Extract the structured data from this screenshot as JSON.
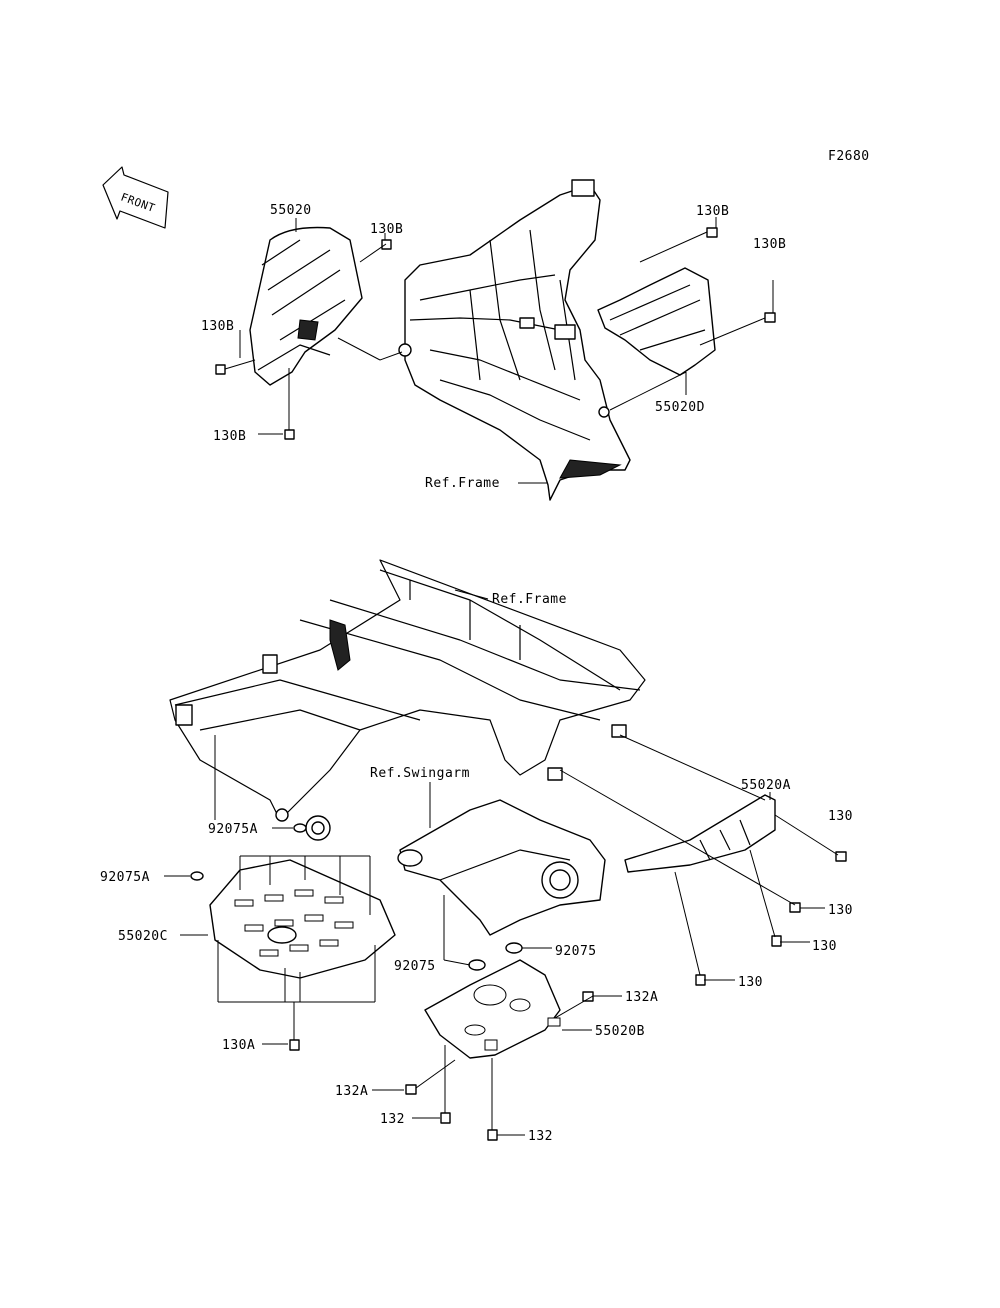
{
  "figure_code": "F2680",
  "front_label": "FRONT",
  "callouts": {
    "p55020": "55020",
    "p130B_a": "130B",
    "p130B_b": "130B",
    "p130B_c": "130B",
    "p130B_d": "130B",
    "p130B_e": "130B",
    "p55020D": "55020D",
    "ref_frame_top": "Ref.Frame",
    "ref_frame_mid": "Ref.Frame",
    "ref_swingarm": "Ref.Swingarm",
    "p55020A": "55020A",
    "p130_a": "130",
    "p130_b": "130",
    "p130_c": "130",
    "p130_d": "130",
    "p92075A_a": "92075A",
    "p92075A_b": "92075A",
    "p55020C": "55020C",
    "p130A": "130A",
    "p92075_a": "92075",
    "p92075_b": "92075",
    "p132A_a": "132A",
    "p132A_b": "132A",
    "p55020B": "55020B",
    "p132_a": "132",
    "p132_b": "132"
  }
}
